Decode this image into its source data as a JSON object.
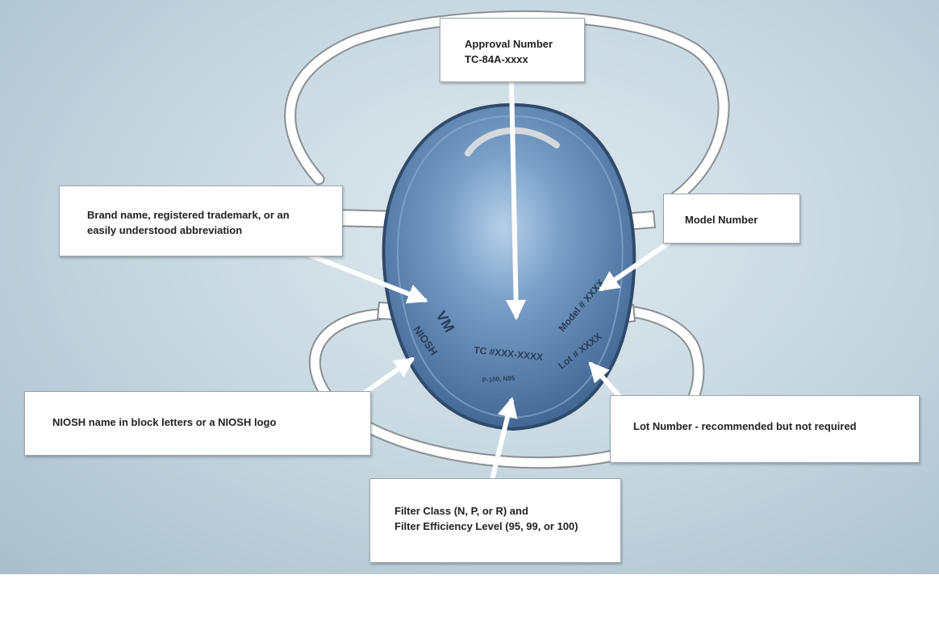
{
  "callouts": {
    "approval": {
      "line1": "Approval Number",
      "line2": "TC-84A-xxxx"
    },
    "brand": {
      "line1": "Brand name, registered trademark, or an",
      "line2": "easily understood abbreviation"
    },
    "model": {
      "line1": "Model Number"
    },
    "niosh": {
      "line1": "NIOSH name in block letters or a NIOSH logo"
    },
    "lot": {
      "line1": "Lot Number - recommended but not required"
    },
    "filter": {
      "line1": "Filter Class (N, P, or R) and",
      "line2": "Filter Efficiency Level (95, 99, or 100)"
    }
  },
  "mask_markings": {
    "brand_mark": "VM",
    "niosh_mark": "NIOSH",
    "tc_number": "TC #XXX-XXXX",
    "filter_code": "P-100, N95",
    "model": "Model # XXXX",
    "lot": "Lot # XXXX"
  },
  "colors": {
    "mask": "#5f86b1",
    "mask_edge": "#2f4a6b",
    "background": "#c9d9e2",
    "arrow": "#ffffff"
  }
}
